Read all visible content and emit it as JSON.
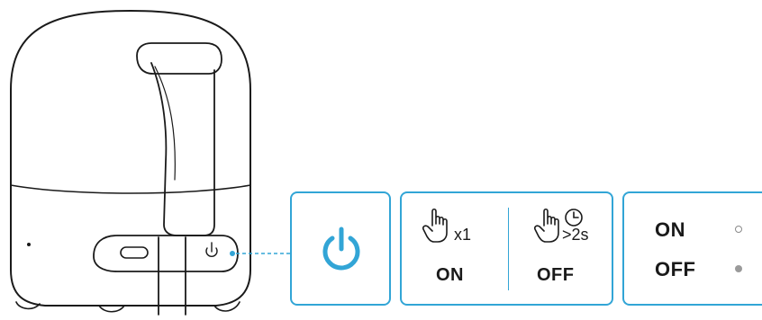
{
  "press_panel": {
    "on": {
      "count": "x1",
      "label": "ON"
    },
    "off": {
      "duration": ">2s",
      "label": "OFF"
    }
  },
  "led_panel": {
    "on_label": "ON",
    "off_label": "OFF"
  },
  "colors": {
    "accent": "#32a5d6",
    "line": "#1a1a1a",
    "led_off": "#9a9a9a"
  },
  "icons": [
    "speaker-illustration",
    "power-icon",
    "hand-tap-icon",
    "clock-icon",
    "led-indicator-icon"
  ]
}
